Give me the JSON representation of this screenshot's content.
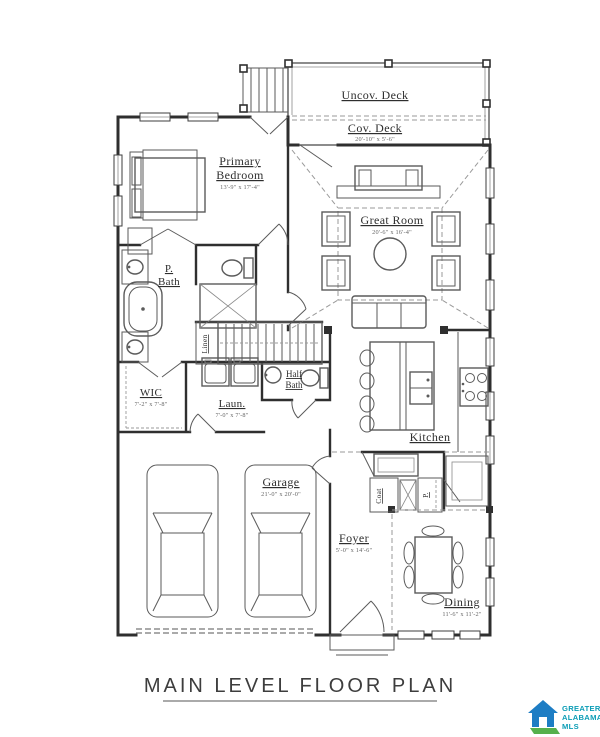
{
  "title": "MAIN LEVEL FLOOR PLAN",
  "rooms": {
    "uncov_deck": {
      "label": "Uncov. Deck"
    },
    "cov_deck": {
      "label": "Cov. Deck",
      "dim": "20'-10\" x 5'-6\""
    },
    "primary_bedroom": {
      "line1": "Primary",
      "line2": "Bedroom",
      "dim": "13'-9\" x 17'-4\""
    },
    "great_room": {
      "label": "Great Room",
      "dim": "20'-6\" x 16'-4\""
    },
    "primary_bath": {
      "line1": "P.",
      "line2": "Bath"
    },
    "linen": {
      "label": "Linen"
    },
    "wic": {
      "label": "WIC",
      "dim": "7'-2\" x 7'-8\""
    },
    "laundry": {
      "label": "Laun.",
      "dim": "7'-0\" x 7'-8\""
    },
    "half_bath": {
      "line1": "Half",
      "line2": "Bath"
    },
    "kitchen": {
      "label": "Kitchen"
    },
    "garage": {
      "label": "Garage",
      "dim": "21'-0\" x 20'-0\""
    },
    "coat": {
      "label": "Coat"
    },
    "pantry": {
      "label": "P."
    },
    "foyer": {
      "label": "Foyer",
      "dim": "5'-0\" x 14'-6\""
    },
    "dining": {
      "label": "Dining",
      "dim": "11'-6\" x 11'-2\""
    }
  },
  "logo": {
    "line1": "GREATER",
    "line2": "ALABAMA",
    "line3": "MLS"
  },
  "colors": {
    "wall": "#2f2f2f",
    "fixture": "#5a5a5a",
    "dashed": "#9a9a9a",
    "title_text": "#3d3d3d",
    "logo_house": "#1d7dc4",
    "logo_base": "#56b04c",
    "logo_text": "#0b9db6"
  }
}
